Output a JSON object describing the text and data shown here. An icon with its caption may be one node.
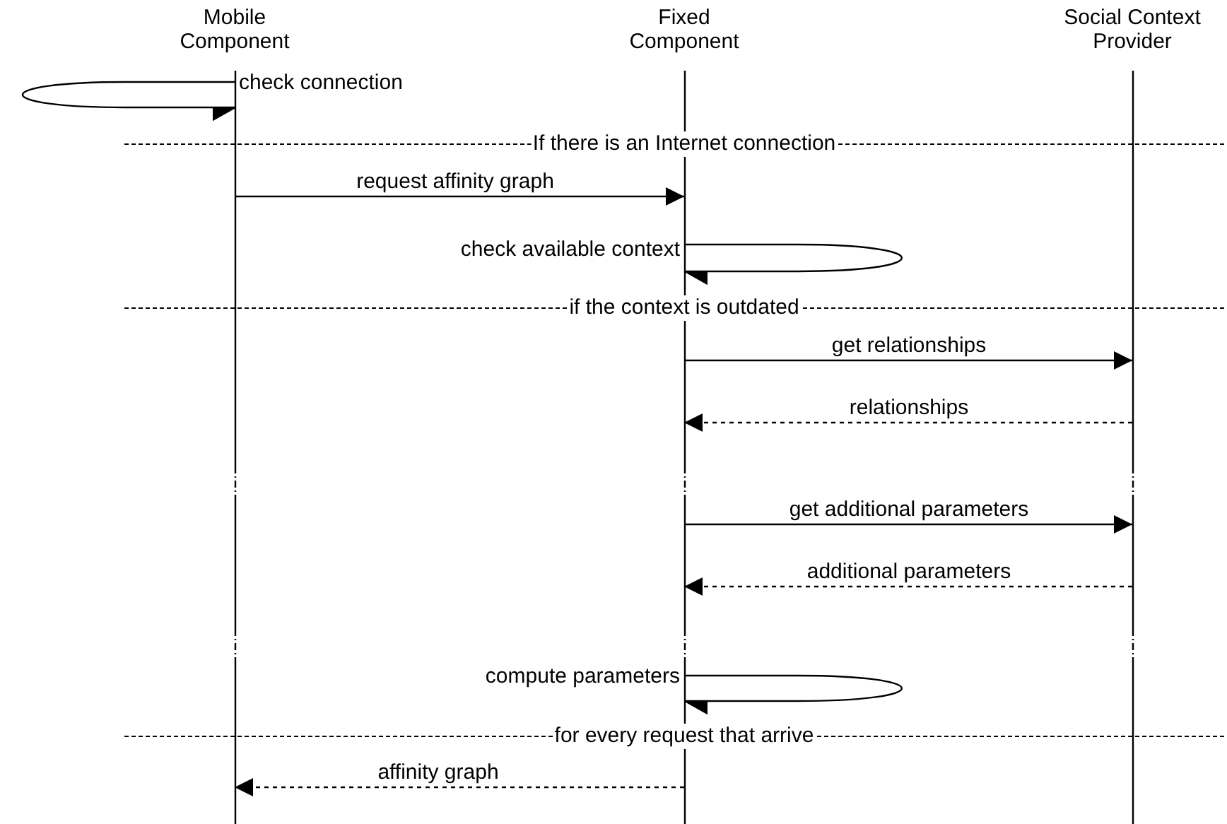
{
  "diagram": {
    "nodes": [
      {
        "text": [
          "Mobile Component"
        ]
      },
      {
        "text": [
          "Fixed Component"
        ]
      },
      {
        "text": [
          "Social Context Provider"
        ]
      }
    ],
    "edges": [
      {
        "from": 0,
        "to": 0,
        "arrow": "to",
        "label": "check connection"
      },
      {
        "from": 0,
        "to": 1,
        "arrow": "to",
        "label": "request affinity graph"
      },
      {
        "from": 1,
        "to": 1,
        "arrow": "to",
        "label": "check available context"
      },
      {
        "from": 1,
        "to": 2,
        "arrow": "to",
        "label": "get relationships"
      },
      {
        "from": 2,
        "to": 1,
        "arrow": "to",
        "label": "relationships",
        "style": "dashed"
      },
      {
        "from": 1,
        "to": 2,
        "arrow": "to",
        "label": "get additional parameters"
      },
      {
        "from": 2,
        "to": 1,
        "arrow": "to",
        "label": "additional parameters",
        "style": "dashed"
      },
      {
        "from": 1,
        "to": 1,
        "arrow": "to",
        "label": "compute parameters"
      },
      {
        "from": 1,
        "to": 0,
        "arrow": "to",
        "label": "affinity graph",
        "style": "dashed"
      }
    ],
    "labels": [
      "If there is an Internet connection",
      "if the context is outdated",
      "for every request that arrive"
    ]
  }
}
